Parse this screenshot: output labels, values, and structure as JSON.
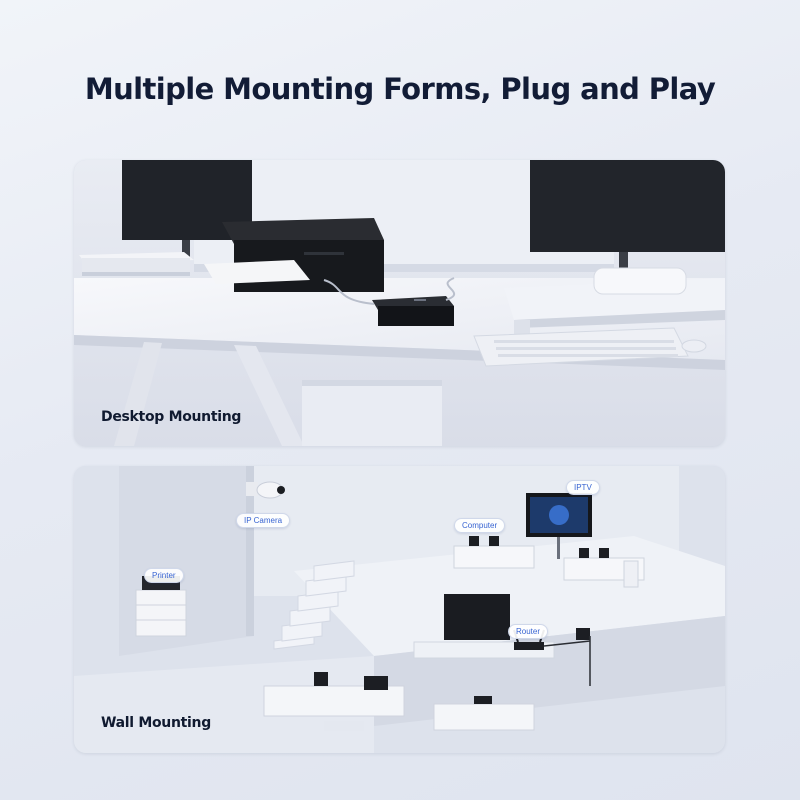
{
  "headline": "Multiple Mounting Forms, Plug and Play",
  "panels": {
    "desktop": {
      "label": "Desktop Mounting"
    },
    "wall": {
      "label": "Wall Mounting",
      "callouts": {
        "iptv": "IPTV",
        "ip_camera": "IP Camera",
        "computer": "Computer",
        "printer": "Printer",
        "router": "Router"
      }
    }
  },
  "colors": {
    "headline": "#121c36",
    "callout_text": "#3864d2",
    "device": "#1b1d22",
    "scene_light": "#eef1f7",
    "scene_shadow": "#c4cadb"
  }
}
